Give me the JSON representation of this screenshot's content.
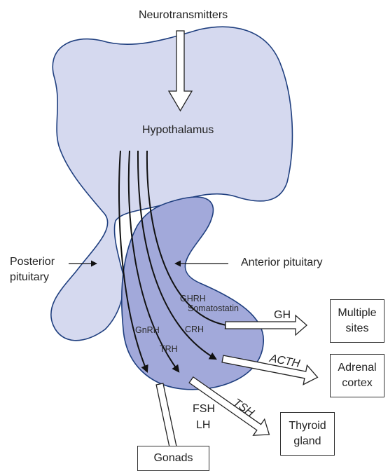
{
  "diagram": {
    "top_input": "Neurotransmitters",
    "hypothalamus": "Hypothalamus",
    "posterior_pituitary": [
      "Posterior",
      "pituitary"
    ],
    "anterior_pituitary": "Anterior pituitary",
    "releasing_hormones": {
      "ghrh": "GHRH",
      "somatostatin": "Somatostatin",
      "gnrh": "GnRH",
      "crh": "CRH",
      "trh": "TRH"
    },
    "pituitary_hormones": {
      "gh": "GH",
      "acth": "ACTH",
      "tsh": "TSH",
      "fsh": "FSH",
      "lh": "LH"
    },
    "targets": {
      "multiple_sites": [
        "Multiple",
        "sites"
      ],
      "adrenal_cortex": [
        "Adrenal",
        "cortex"
      ],
      "thyroid_gland": [
        "Thyroid",
        "gland"
      ],
      "gonads": "Gonads"
    },
    "colors": {
      "hypothalamus_fill": "#d5d9ef",
      "anterior_fill": "#a2a9da",
      "outline": "#1f3f7f",
      "arrow": "#111111"
    }
  }
}
